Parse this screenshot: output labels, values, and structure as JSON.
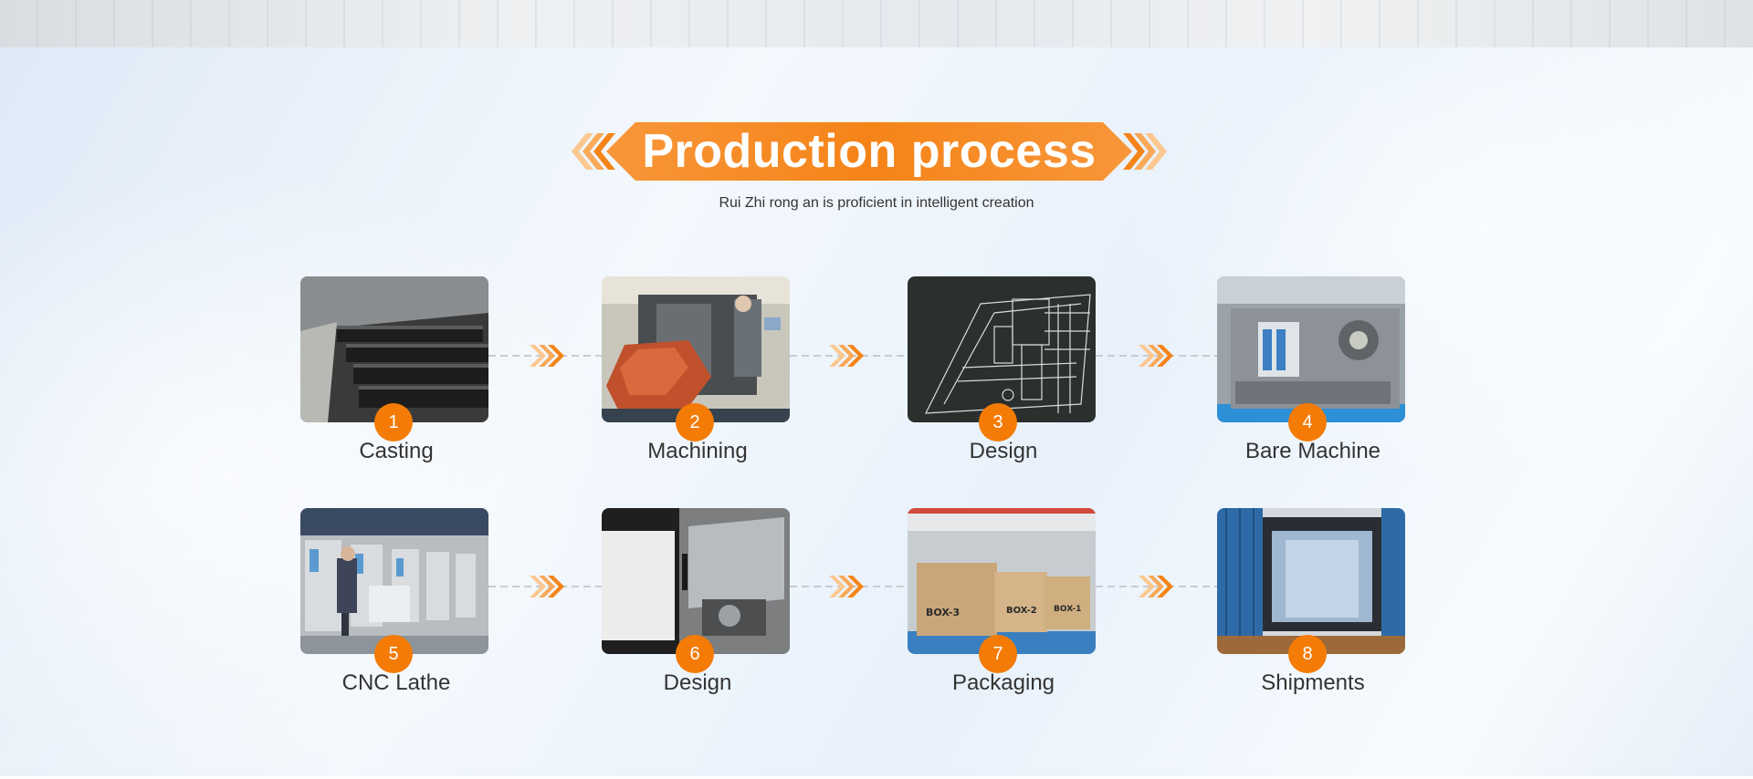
{
  "header": {
    "title": "Production process",
    "subtitle": "Rui Zhi rong an is proficient in intelligent creation"
  },
  "colors": {
    "accent": "#f47b06",
    "accent_light": "#fdb159",
    "text": "#333333"
  },
  "steps": [
    {
      "number": "1",
      "label": "Casting",
      "image": "casting-photo"
    },
    {
      "number": "2",
      "label": "Machining",
      "image": "machining-photo"
    },
    {
      "number": "3",
      "label": "Design",
      "image": "design-drawing-photo"
    },
    {
      "number": "4",
      "label": "Bare Machine",
      "image": "bare-machine-photo"
    },
    {
      "number": "5",
      "label": "CNC Lathe",
      "image": "cnc-lathe-photo"
    },
    {
      "number": "6",
      "label": "Design",
      "image": "lathe-interior-photo"
    },
    {
      "number": "7",
      "label": "Packaging",
      "image": "packaging-photo"
    },
    {
      "number": "8",
      "label": "Shipments",
      "image": "shipments-photo"
    }
  ]
}
